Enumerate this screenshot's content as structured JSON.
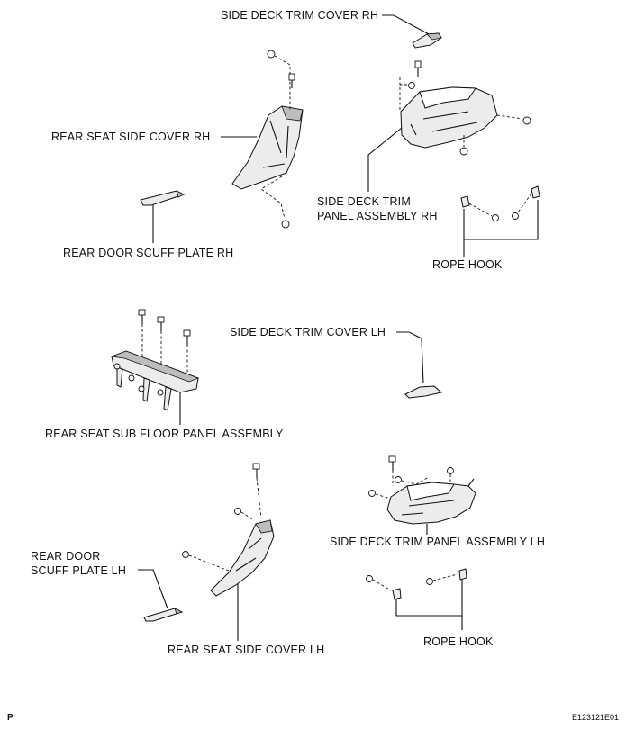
{
  "labels": {
    "side_deck_trim_cover_rh": "SIDE DECK TRIM COVER RH",
    "rear_seat_side_cover_rh": "REAR SEAT SIDE COVER RH",
    "side_deck_trim_panel_rh_line1": "SIDE DECK TRIM",
    "side_deck_trim_panel_rh_line2": "PANEL ASSEMBLY RH",
    "rear_door_scuff_plate_rh": "REAR DOOR SCUFF PLATE RH",
    "rope_hook_upper": "ROPE HOOK",
    "side_deck_trim_cover_lh": "SIDE DECK TRIM COVER LH",
    "rear_seat_sub_floor_panel": "REAR SEAT SUB FLOOR PANEL ASSEMBLY",
    "rear_door_scuff_plate_lh_line1": "REAR DOOR",
    "rear_door_scuff_plate_lh_line2": "SCUFF PLATE LH",
    "side_deck_trim_panel_lh": "SIDE DECK TRIM PANEL ASSEMBLY LH",
    "rear_seat_side_cover_lh": "REAR SEAT SIDE COVER LH",
    "rope_hook_lower": "ROPE HOOK"
  },
  "footer": {
    "corner_mark": "P",
    "figure_code": "E123121E01"
  }
}
